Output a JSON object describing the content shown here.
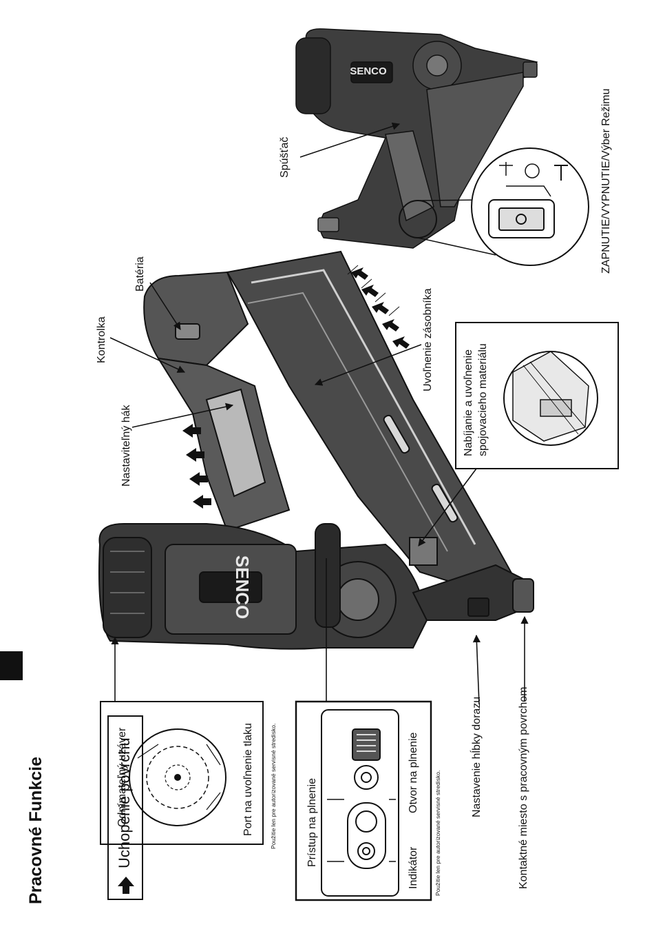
{
  "page_title": "Pracovné Funkcie",
  "brand": "SENCO",
  "labels": {
    "removable_cap": "Odnímateľný uzáver",
    "pressure_port": "Port na uvoľnenie tlaku",
    "service_note_1": "Použitie len pre autorizované servisné stredisko.",
    "fill_access": "Prístup na plnenie",
    "indicator": "Indikátor",
    "fill_hole": "Otvor na plnenie",
    "service_note_2": "Použitie len pre autorizované servisné stredisko.",
    "depth_adjust": "Nastavenie hĺbky dorazu",
    "contact_tip": "Kontaktné miesto s pracovným povrchom",
    "grip_legend": "Uchopenie povrchu",
    "adjustable_hook": "Nastaviteľný hák",
    "indicator_light": "Kontrolka",
    "battery": "Batéria",
    "magazine_release": "Uvoľnenie zásobníka",
    "fastener_line1": "Nabíjanie a uvoľnenie",
    "fastener_line2": "spojovacieho materiálu",
    "trigger": "Spúšťač",
    "mode_select": "ZAPNUTIE/VYPNUTIE/Výber Režimu"
  },
  "colors": {
    "ink": "#111111",
    "tool_dark": "#3a3a3a",
    "tool_mid": "#6d6d6d",
    "tool_light": "#b9b9b9"
  }
}
